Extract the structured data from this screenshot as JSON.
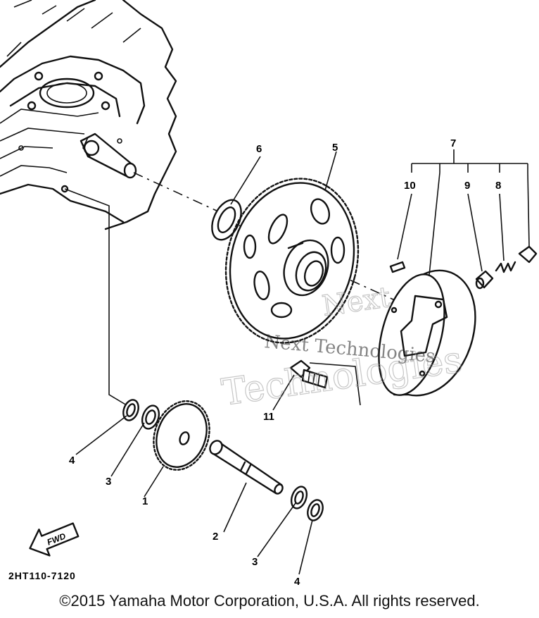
{
  "diagram": {
    "callouts": [
      {
        "id": "c1",
        "label": "1"
      },
      {
        "id": "c2",
        "label": "2"
      },
      {
        "id": "c3a",
        "label": "3"
      },
      {
        "id": "c3b",
        "label": "3"
      },
      {
        "id": "c4a",
        "label": "4"
      },
      {
        "id": "c4b",
        "label": "4"
      },
      {
        "id": "c5",
        "label": "5"
      },
      {
        "id": "c6",
        "label": "6"
      },
      {
        "id": "c7",
        "label": "7"
      },
      {
        "id": "c8",
        "label": "8"
      },
      {
        "id": "c9",
        "label": "9"
      },
      {
        "id": "c10",
        "label": "10"
      },
      {
        "id": "c11",
        "label": "11"
      }
    ],
    "fwd_label": "FWD",
    "part_code": "2HT110-7120",
    "watermark": {
      "line1": "Next",
      "line2": "Technologies",
      "line3": "Next Technologies"
    }
  },
  "footer": {
    "copyright": "©2015 Yamaha Motor Corporation, U.S.A. All rights reserved."
  }
}
